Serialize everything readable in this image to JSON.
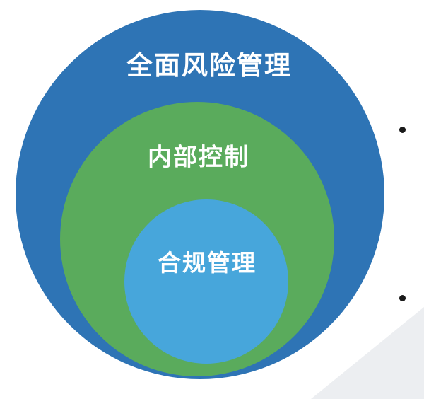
{
  "diagram": {
    "type": "nested-circles",
    "rings": [
      {
        "id": "outer",
        "label": "全面风险管理",
        "color": "#2e74b5"
      },
      {
        "id": "middle",
        "label": "内部控制",
        "color": "#5aab5c"
      },
      {
        "id": "inner",
        "label": "合规管理",
        "color": "#47a6db"
      }
    ],
    "text_color": "#ffffff"
  },
  "decorations": {
    "edge_dots_color": "#1a1a1a",
    "corner_band_color": "#eceef1"
  }
}
